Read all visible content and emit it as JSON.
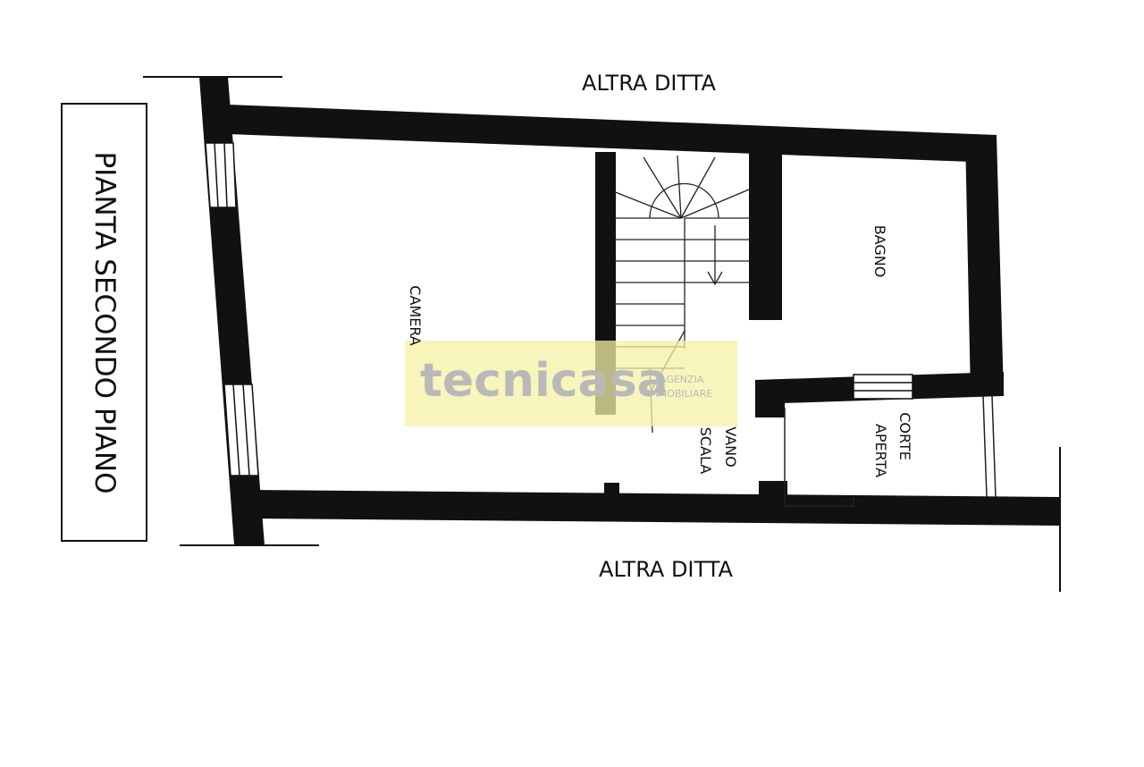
{
  "plan": {
    "title": "PIANTA SECONDO PIANO",
    "neighbor_top": "ALTRA DITTA",
    "neighbor_bottom": "ALTRA DITTA",
    "rooms": {
      "camera": "CAMERA",
      "bagno": "BAGNO",
      "vano_scala_line1": "VANO",
      "vano_scala_line2": "SCALA",
      "corte_aperta_line1": "CORTE",
      "corte_aperta_line2": "APERTA"
    }
  },
  "watermark": {
    "brand": "tecnicasa",
    "line1": "AGENZIA",
    "line2": "IMMOBILIARE",
    "bg_color": "#f6f2a6",
    "text_color": "#b9b9b9"
  },
  "colors": {
    "wall": "#111111",
    "line": "#222222",
    "background": "#ffffff"
  }
}
